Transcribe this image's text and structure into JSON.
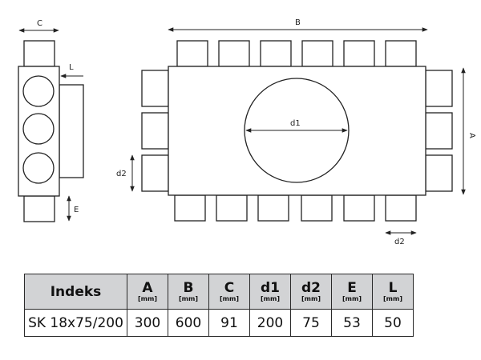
{
  "dimension_labels": {
    "A": "A",
    "B": "B",
    "C": "C",
    "L": "L",
    "E": "E",
    "d1": "d1",
    "d2_left": "d2",
    "d2_bottom": "d2"
  },
  "table": {
    "index_header": "Indeks",
    "columns": [
      {
        "label": "A",
        "unit": "[mm]"
      },
      {
        "label": "B",
        "unit": "[mm]"
      },
      {
        "label": "C",
        "unit": "[mm]"
      },
      {
        "label": "d1",
        "unit": "[mm]"
      },
      {
        "label": "d2",
        "unit": "[mm]"
      },
      {
        "label": "E",
        "unit": "[mm]"
      },
      {
        "label": "L",
        "unit": "[mm]"
      }
    ],
    "rows": [
      {
        "index": "SK 18x75/200",
        "values": [
          "300",
          "600",
          "91",
          "200",
          "75",
          "53",
          "50"
        ]
      }
    ]
  },
  "colors": {
    "line": "#222222",
    "header_bg": "#d2d3d5"
  }
}
